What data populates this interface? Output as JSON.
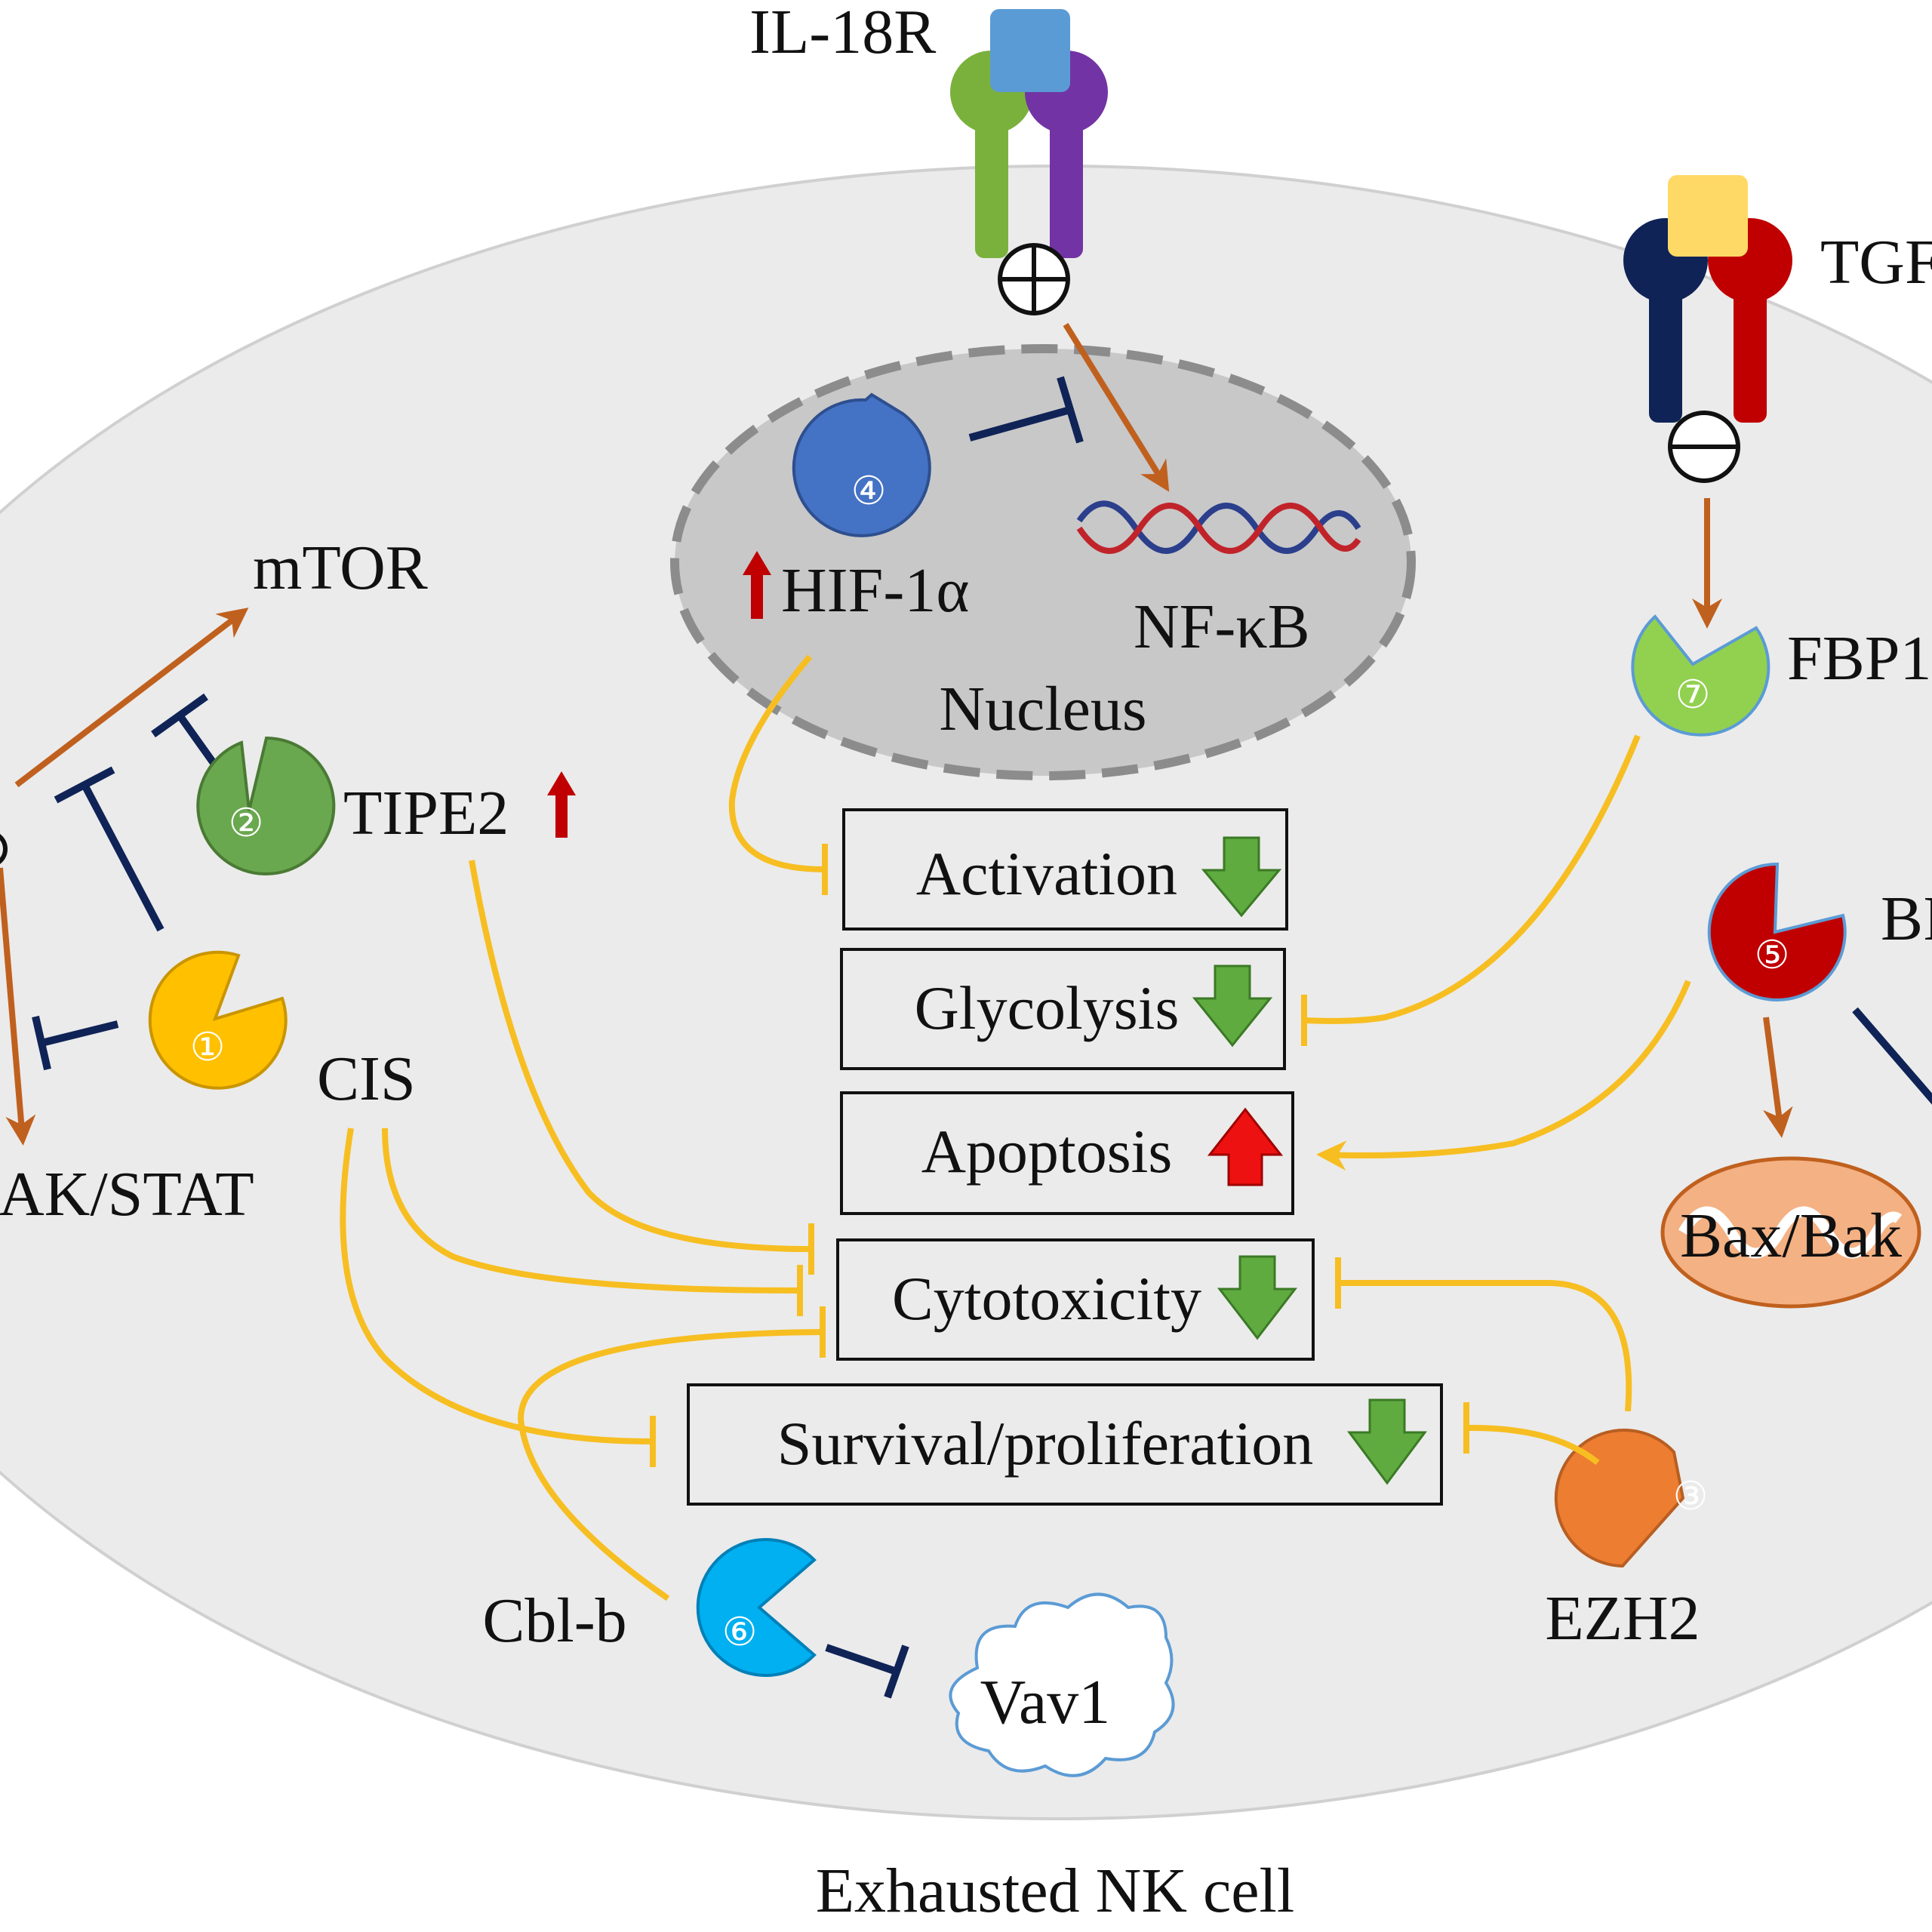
{
  "cell_label": "Exhausted NK cell",
  "nucleus_label": "Nucleus",
  "receptors": {
    "il18r": "IL-18R",
    "tgf": "TGF"
  },
  "molecules": {
    "mtor": "mTOR",
    "jak_stat": "AK/STAT",
    "tipe2": "TIPE2",
    "cis": "CIS",
    "hif": "HIF-1α",
    "nfkb": "NF-κB",
    "fbp1": "FBP1",
    "bi": "BI",
    "bax_bak": "Bax/Bak",
    "ezh2": "EZH2",
    "cblb": "Cbl-b",
    "vav1": "Vav1"
  },
  "enzyme_numbers": [
    "①",
    "②",
    "③",
    "④",
    "⑤",
    "⑥",
    "⑦"
  ],
  "outcomes": [
    {
      "label": "Activation",
      "direction": "down"
    },
    {
      "label": "Glycolysis",
      "direction": "down"
    },
    {
      "label": "Apoptosis",
      "direction": "up"
    },
    {
      "label": "Cytotoxicity",
      "direction": "down"
    },
    {
      "label": "Survival/proliferation",
      "direction": "down"
    }
  ],
  "colors": {
    "cell": "#ebebeb",
    "nucleus": "#c8c8c8",
    "activate": "#c0601e",
    "inhibit": "#0f2356",
    "effect": "#f7be22",
    "down_arrow": "#5fab3f",
    "up_arrow": "#ee1111"
  }
}
